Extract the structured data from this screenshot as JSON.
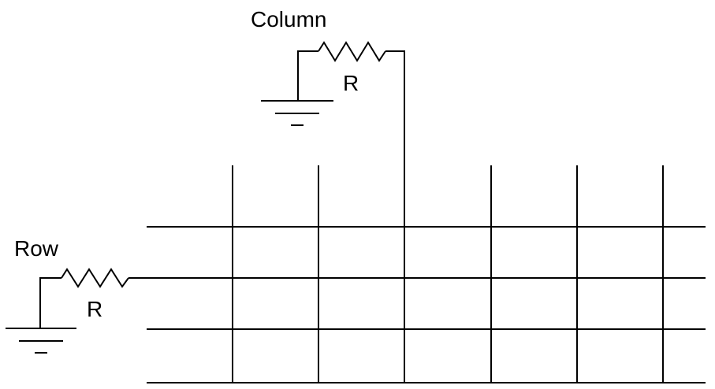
{
  "labels": {
    "column": "Column",
    "row": "Row",
    "column_resistor": "R",
    "row_resistor": "R"
  }
}
